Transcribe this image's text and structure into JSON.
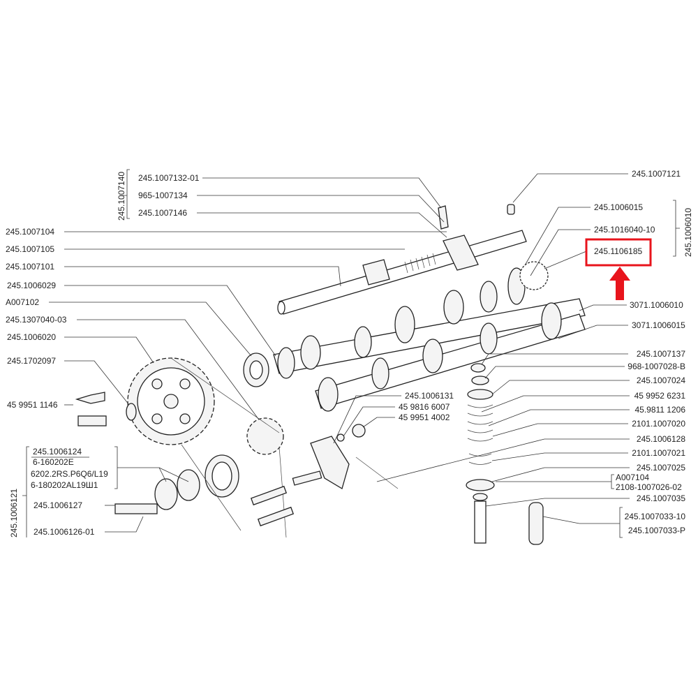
{
  "top_group": {
    "group_label": "245.1007140",
    "items": [
      "245.1007132-01",
      "965-1007134",
      "245.1007146"
    ]
  },
  "left_labels": [
    "245.1007104",
    "245.1007105",
    "245.1007101",
    "245.1006029",
    "A007102",
    "245.1307040-03",
    "245.1006020",
    "245.1702097",
    "45 9951 1146"
  ],
  "right_top": {
    "single": "245.1007121",
    "group_label": "245.1006010",
    "items": [
      "245.1006015",
      "245.1016040-10",
      "245.1106185"
    ],
    "highlighted": "245.1106185",
    "highlight_color": "#e8141c"
  },
  "camshaft_labels": [
    "3071.1006010",
    "3071.1006015"
  ],
  "right_column": [
    "245.1007137",
    "968-1007028-B",
    "245.1007024",
    "45 9952 6231",
    "45.9811 1206",
    "2101.1007020",
    "245.1006128",
    "2101.1007021",
    "245.1007025"
  ],
  "right_pair": [
    "A007104",
    "2108-1007026-02"
  ],
  "right_after": "245.1007035",
  "right_bottom_group": [
    "245.1007033-10",
    "245.1007033-P"
  ],
  "middle_labels": [
    "245.1006131",
    "45 9816 6007",
    "45 9951 4002"
  ],
  "bottom_left_group": {
    "group_label": "245.1006121",
    "bearing_items": [
      "245.1006124",
      "6-160202E",
      "6202.2RS.P6Q6/L19",
      "6-180202AL19Ш1"
    ],
    "items": [
      "245.1006127",
      "245.1006126-01"
    ]
  }
}
